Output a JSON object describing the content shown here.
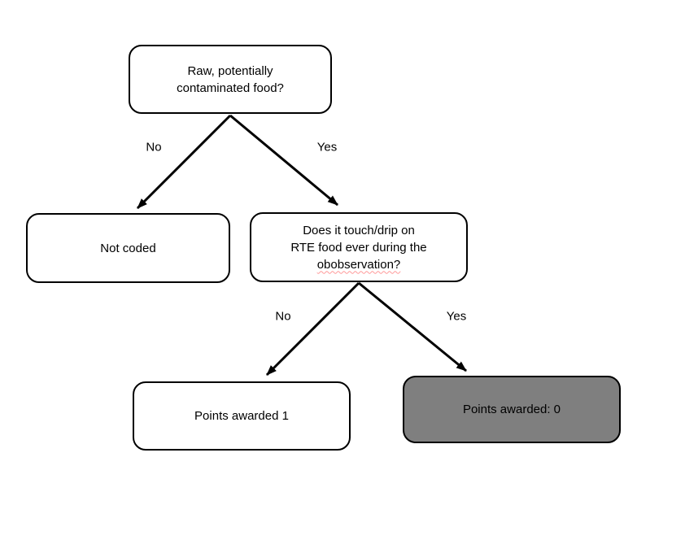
{
  "nodes": {
    "root": {
      "line1": "Raw, potentially",
      "line2": "contaminated food?"
    },
    "not_coded": {
      "label": "Not coded"
    },
    "touch_drip": {
      "line1": "Does it touch/drip on",
      "line2": "RTE food ever during the",
      "line3": "obobservation?"
    },
    "points_one": {
      "label": "Points awarded 1"
    },
    "points_zero": {
      "label": "Points awarded: 0"
    }
  },
  "edges": {
    "root_no": "No",
    "root_yes": "Yes",
    "touch_no": "No",
    "touch_yes": "Yes"
  },
  "colors": {
    "background": "#ffffff",
    "node_fill": "#ffffff",
    "node_stroke": "#000000",
    "highlight_node_fill": "#7f7f7f",
    "arrow": "#000000",
    "text": "#000000",
    "spellcheck_underline": "#ff4646"
  }
}
